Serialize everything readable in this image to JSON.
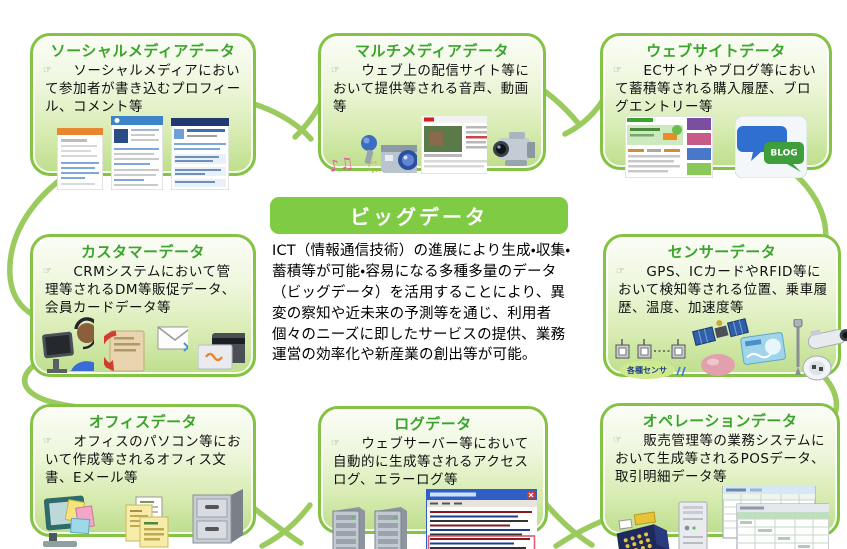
{
  "ui": {
    "marker": "☞"
  },
  "colors": {
    "accent_green": "#7fcb43",
    "loop_green": "#9bcb5f",
    "box_border_green": "#84c343",
    "title_green": "#3ca42c",
    "box_fill_top": "#fbfdf6",
    "box_fill_bottom": "#bede8c"
  },
  "center": {
    "title": "ビッグデータ",
    "description": "ICT（情報通信技術）の進展により生成・収集・蓄積等が可能・容易になる多種多量のデータ（ビッグデータ）を活用することにより、異変の察知や近未来の予測等を通じ、利用者個々のニーズに即したサービスの提供、業務運営の効率化や新産業の創出等が可能。"
  },
  "boxes": [
    {
      "id": "social-media",
      "title": "ソーシャルメディアデータ",
      "description": "ソーシャルメディアにおいて参加者が書き込むプロフィール、コメント等",
      "icons": [
        "profile-page-screenshot",
        "sns-timeline-screenshot",
        "comment-page-screenshot"
      ]
    },
    {
      "id": "multimedia",
      "title": "マルチメディアデータ",
      "description": "ウェブ上の配信サイト等において提供等される音声、動画等",
      "icons": [
        "music-notes",
        "microphone",
        "digital-camera",
        "video-site-screenshot",
        "camcorder"
      ]
    },
    {
      "id": "website",
      "title": "ウェブサイトデータ",
      "description": "ECサイトやブログ等において蓄積等される購入履歴、ブログエントリー等",
      "icons": [
        "ec-site-screenshot",
        "blog-bubbles"
      ],
      "blog_label": "BLOG"
    },
    {
      "id": "customer",
      "title": "カスタマーデータ",
      "description": "CRMシステムにおいて管理等されるDM等販促データ、会員カードデータ等",
      "icons": [
        "call-operator",
        "direct-mail",
        "envelope",
        "member-card"
      ]
    },
    {
      "id": "sensor",
      "title": "センサーデータ",
      "description": "GPS、ICカードやRFID等において検知等される位置、乗車履歴、温度、加速度等",
      "icons": [
        "sensor-network",
        "satellite",
        "rfid-tag",
        "ic-card",
        "pole-sensor",
        "security-camera",
        "smoke-detector"
      ],
      "sensor_label": "各種センサ"
    },
    {
      "id": "office",
      "title": "オフィスデータ",
      "description": "オフィスのパソコン等において作成等されるオフィス文書、Eメール等",
      "icons": [
        "office-pc",
        "document-stack",
        "file-cabinet"
      ]
    },
    {
      "id": "log",
      "title": "ログデータ",
      "description": "ウェブサーバー等において自動的に生成等されるアクセスログ、エラーログ等",
      "icons": [
        "server-towers",
        "log-window-screenshot"
      ]
    },
    {
      "id": "operation",
      "title": "オペレーションデータ",
      "description": "販売管理等の業務システムにおいて生成等されるPOSデータ、取引明細データ等",
      "icons": [
        "pos-register",
        "pc-tower",
        "spreadsheet-screenshots"
      ]
    }
  ]
}
